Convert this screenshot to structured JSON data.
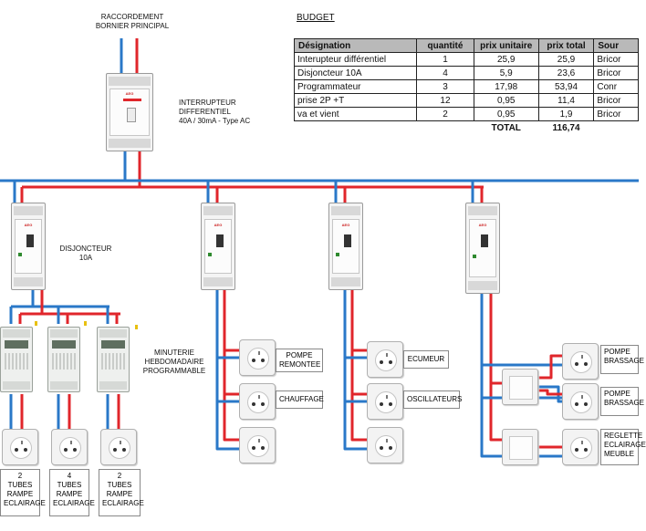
{
  "labels": {
    "raccordement": "RACCORDEMENT\nBORNIER PRINCIPAL",
    "interrupteur": "INTERRUPTEUR\nDIFFERENTIEL\n40A / 30mA - Type AC",
    "disjoncteur": "DISJONCTEUR\n10A",
    "minuterie": "MINUTERIE\nHEBDOMADAIRE\nPROGRAMMABLE"
  },
  "budget": {
    "title": "BUDGET",
    "headers": [
      "Désignation",
      "quantité",
      "prix unitaire",
      "prix total",
      "Sour"
    ],
    "rows": [
      [
        "Interupteur différentiel",
        "1",
        "25,9",
        "25,9",
        "Bricor"
      ],
      [
        "Disjoncteur 10A",
        "4",
        "5,9",
        "23,6",
        "Bricor"
      ],
      [
        "Programmateur",
        "3",
        "17,98",
        "53,94",
        "Conr"
      ],
      [
        "prise 2P +T",
        "12",
        "0,95",
        "11,4",
        "Bricor"
      ],
      [
        "va et vient",
        "2",
        "0,95",
        "1,9",
        "Bricor"
      ]
    ],
    "total_label": "TOTAL",
    "total_value": "116,74"
  },
  "circuits": {
    "col1_tubes": [
      "2\nTUBES\nRAMPE\nECLAIRAGE",
      "4\nTUBES\nRAMPE\nECLAIRAGE",
      "2\nTUBES\nRAMPE\nECLAIRAGE"
    ],
    "col2": [
      "POMPE\nREMONTEE",
      "CHAUFFAGE"
    ],
    "col3": [
      "ECUMEUR",
      "OSCILLATEURS"
    ],
    "col4": [
      "POMPE\nBRASSAGE",
      "POMPE\nBRASSAGE",
      "REGLETTE\nECLAIRAGE\nMEUBLE"
    ]
  },
  "device_brand": "AEG",
  "colors": {
    "phase": "#e0262b",
    "neutral": "#2a78c8"
  }
}
